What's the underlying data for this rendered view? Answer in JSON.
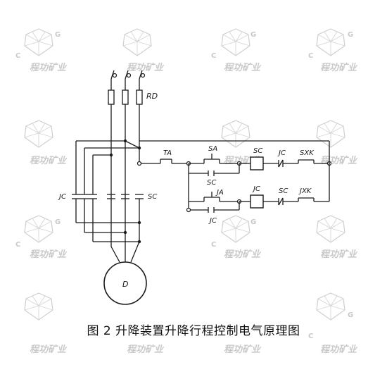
{
  "caption": "图 2  升降装置升降行程控制电气原理图",
  "watermark": {
    "text": "程功矿业",
    "letter_c": "C",
    "letter_g": "G"
  },
  "labels": {
    "fuse": "RD",
    "main_contactor_left": "JC",
    "main_contactor_right": "SC",
    "stop_button": "TA",
    "up_button": "SA",
    "up_button_interlock": "SC",
    "up_coil": "SC",
    "up_interlock": "JC",
    "up_limit": "SXK",
    "down_button": "JA",
    "down_self_hold": "JC",
    "down_coil": "JC",
    "down_interlock": "SC",
    "down_limit": "JXK",
    "motor": "D"
  },
  "colors": {
    "line": "#1a1a1a",
    "watermark": "#c9c9c9"
  }
}
